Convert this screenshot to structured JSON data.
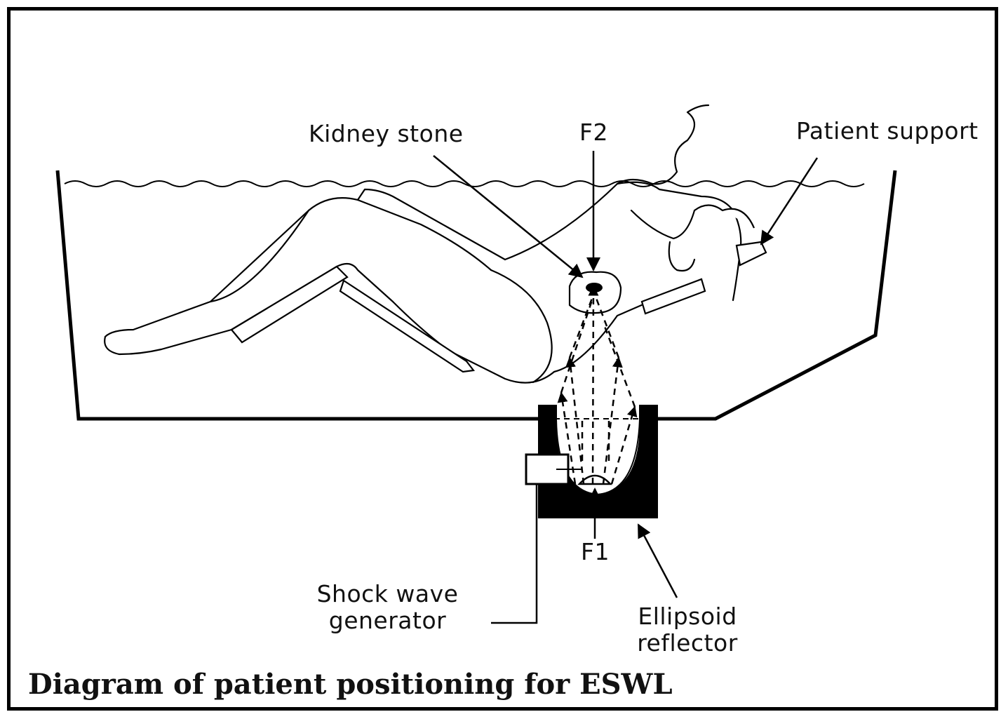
{
  "labels": {
    "kidney_stone": "Kidney stone",
    "f2": "F2",
    "patient_support": "Patient support",
    "f1": "F1",
    "shock_wave_generator_line1": "Shock wave",
    "shock_wave_generator_line2": "generator",
    "ellipsoid_reflector_line1": "Ellipsoid",
    "ellipsoid_reflector_line2": "reflector"
  },
  "caption": "Diagram of patient positioning for ESWL",
  "colors": {
    "ink": "#000000",
    "background": "#ffffff"
  }
}
